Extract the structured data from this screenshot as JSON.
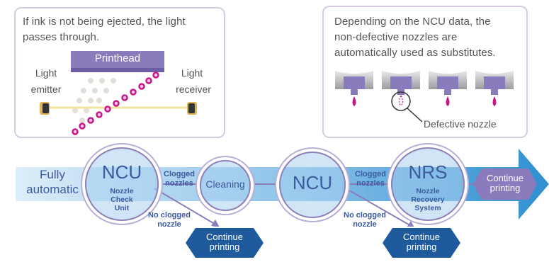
{
  "left_callout": {
    "text_line1": "If ink is not being ejected, the light",
    "text_line2": "passes through.",
    "printhead_label": "Printhead",
    "emitter_line1": "Light",
    "emitter_line2": "emitter",
    "receiver_line1": "Light",
    "receiver_line2": "receiver"
  },
  "right_callout": {
    "text_line1": "Depending on the NCU data, the",
    "text_line2": "non-defective nozzles are",
    "text_line3": "automatically used as substitutes.",
    "defective_label": "Defective nozzle"
  },
  "flow": {
    "start_line1": "Fully",
    "start_line2": "automatic",
    "ncu1": {
      "title": "NCU",
      "line1": "Nozzle",
      "line2": "Check",
      "line3": "Unit"
    },
    "clogged1_line1": "Clogged",
    "clogged1_line2": "nozzles",
    "cleaning": "Cleaning",
    "no_clogged1_line1": "No clogged",
    "no_clogged1_line2": "nozzle",
    "continue1_line1": "Continue",
    "continue1_line2": "printing",
    "ncu2": {
      "title": "NCU"
    },
    "clogged2_line1": "Clogged",
    "clogged2_line2": "nozzles",
    "nrs": {
      "title": "NRS",
      "line1": "Nozzle",
      "line2": "Recovery",
      "line3": "System"
    },
    "no_clogged2_line1": "No clogged",
    "no_clogged2_line2": "nozzle",
    "continue2_line1": "Continue",
    "continue2_line2": "printing",
    "continue3_line1": "Continue",
    "continue3_line2": "printing"
  },
  "colors": {
    "arrow_light": "#d8ecf9",
    "arrow_dark": "#2f8fd0",
    "callout_border": "#d6cbe3",
    "purple": "#8a7bbd",
    "navy_button": "#1e5a9c",
    "magenta_ink": "#c2188a"
  }
}
